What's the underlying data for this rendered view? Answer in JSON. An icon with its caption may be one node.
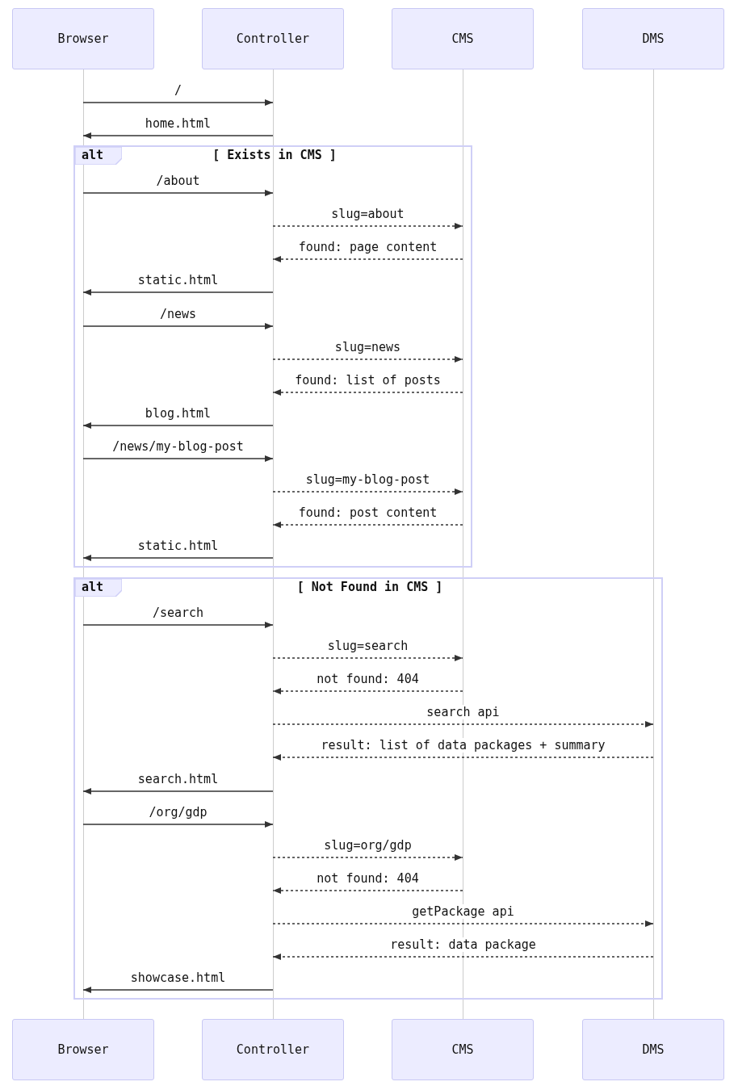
{
  "diagram": {
    "nodes": [
      {
        "text": [
          "Browser"
        ]
      },
      {
        "text": [
          "Controller"
        ]
      },
      {
        "text": [
          "CMS"
        ]
      },
      {
        "text": [
          "DMS"
        ]
      },
      {
        "text": [],
        "shape": "line"
      },
      {
        "text": [],
        "shape": "line"
      },
      {
        "text": [],
        "shape": "line"
      },
      {
        "text": [],
        "shape": "line"
      },
      {
        "text": [
          "Browser"
        ]
      },
      {
        "text": [
          "Controller"
        ]
      },
      {
        "text": [
          "CMS"
        ]
      },
      {
        "text": [
          "DMS"
        ]
      }
    ],
    "labels": [
      "alt",
      "[ Exists in CMS ]",
      "alt",
      "[ Not Found in CMS ]"
    ],
    "edges": [
      {
        "from": 4,
        "to": 5,
        "arrow": "to",
        "label": "/"
      },
      {
        "from": 5,
        "to": 4,
        "arrow": "to",
        "label": "home.html"
      },
      {
        "from": 4,
        "to": 5,
        "arrow": "to",
        "label": "/about"
      },
      {
        "from": 5,
        "to": 6,
        "arrow": "to",
        "label": "slug=about",
        "style": "dashed"
      },
      {
        "from": 6,
        "to": 5,
        "arrow": "to",
        "label": "found: page content",
        "style": "dashed"
      },
      {
        "from": 5,
        "to": 4,
        "arrow": "to",
        "label": "static.html"
      },
      {
        "from": 4,
        "to": 5,
        "arrow": "to",
        "label": "/news"
      },
      {
        "from": 5,
        "to": 6,
        "arrow": "to",
        "label": "slug=news",
        "style": "dashed"
      },
      {
        "from": 6,
        "to": 5,
        "arrow": "to",
        "label": "found: list of posts",
        "style": "dashed"
      },
      {
        "from": 5,
        "to": 4,
        "arrow": "to",
        "label": "blog.html"
      },
      {
        "from": 4,
        "to": 5,
        "arrow": "to",
        "label": "/news/my-blog-post"
      },
      {
        "from": 5,
        "to": 6,
        "arrow": "to",
        "label": "slug=my-blog-post",
        "style": "dashed"
      },
      {
        "from": 6,
        "to": 5,
        "arrow": "to",
        "label": "found: post content",
        "style": "dashed"
      },
      {
        "from": 5,
        "to": 4,
        "arrow": "to",
        "label": "static.html"
      },
      {
        "from": 4,
        "to": 5,
        "arrow": "to",
        "label": "/search"
      },
      {
        "from": 5,
        "to": 6,
        "arrow": "to",
        "label": "slug=search",
        "style": "dashed"
      },
      {
        "from": 6,
        "to": 5,
        "arrow": "to",
        "label": "not found: 404",
        "style": "dashed"
      },
      {
        "from": 5,
        "to": 7,
        "arrow": "to",
        "label": "search api",
        "style": "dashed"
      },
      {
        "from": 7,
        "to": 5,
        "arrow": "to",
        "label": "result: list of data packages + summary",
        "style": "dashed"
      },
      {
        "from": 5,
        "to": 4,
        "arrow": "to",
        "label": "search.html"
      },
      {
        "from": 4,
        "to": 5,
        "arrow": "to",
        "label": "/org/gdp"
      },
      {
        "from": 5,
        "to": 6,
        "arrow": "to",
        "label": "slug=org/gdp",
        "style": "dashed"
      },
      {
        "from": 6,
        "to": 5,
        "arrow": "to",
        "label": "not found: 404",
        "style": "dashed"
      },
      {
        "from": 5,
        "to": 7,
        "arrow": "to",
        "label": "getPackage api",
        "style": "dashed"
      },
      {
        "from": 7,
        "to": 5,
        "arrow": "to",
        "label": "result: data package",
        "style": "dashed"
      },
      {
        "from": 5,
        "to": 4,
        "arrow": "to",
        "label": "showcase.html"
      }
    ]
  }
}
